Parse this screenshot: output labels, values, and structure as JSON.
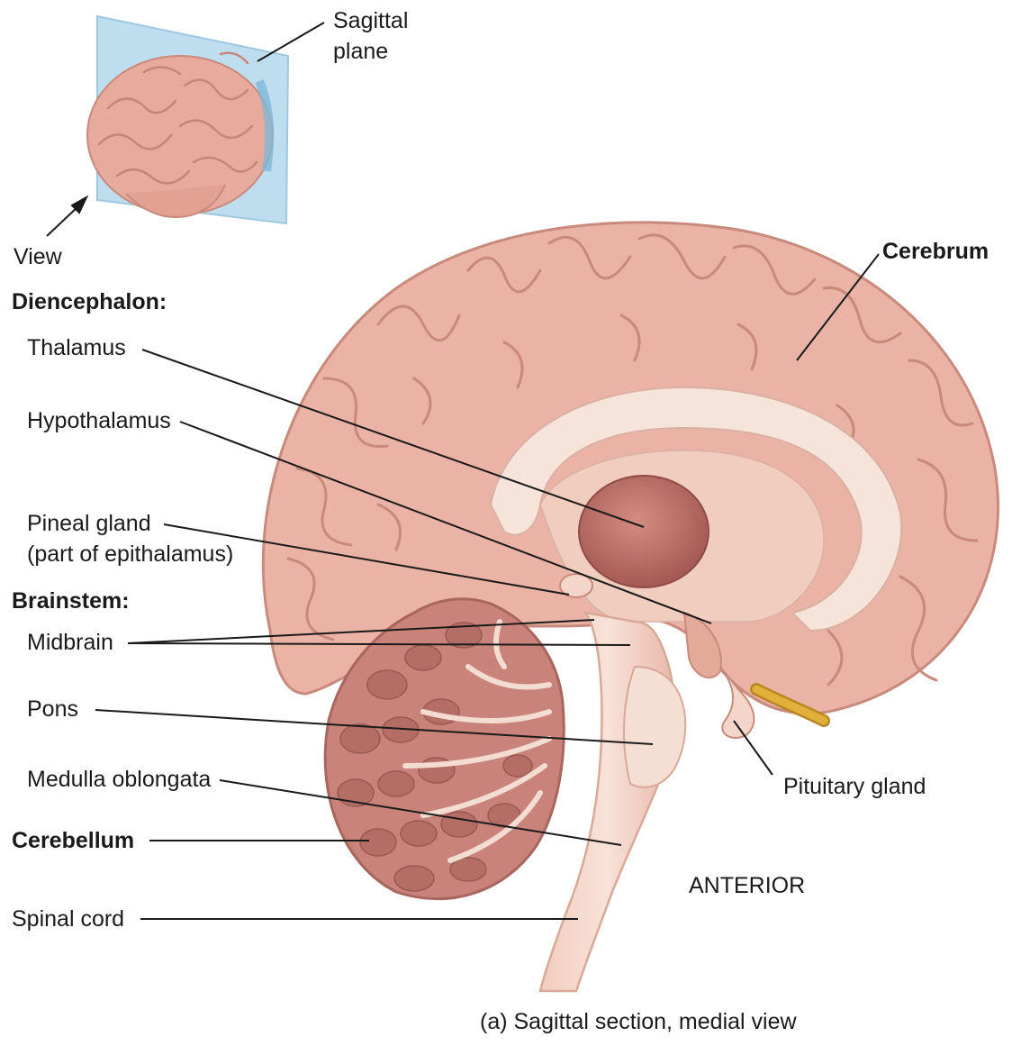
{
  "inset": {
    "plane_label_line1": "Sagittal",
    "plane_label_line2": "plane",
    "view_label": "View"
  },
  "labels": {
    "cerebrum": "Cerebrum",
    "diencephalon_heading": "Diencephalon:",
    "thalamus": "Thalamus",
    "hypothalamus": "Hypothalamus",
    "pineal_line1": "Pineal gland",
    "pineal_line2": "(part of epithalamus)",
    "brainstem_heading": "Brainstem:",
    "midbrain": "Midbrain",
    "pons": "Pons",
    "medulla": "Medulla oblongata",
    "cerebellum": "Cerebellum",
    "spinal_cord": "Spinal cord",
    "pituitary": "Pituitary gland",
    "anterior": "ANTERIOR"
  },
  "caption": "(a) Sagittal section, medial view",
  "colors": {
    "cortex": "#eab3a6",
    "cortex_dark": "#c98a7c",
    "white_matter": "#f6e4da",
    "thalamus": "#b86a63",
    "cerebellum": "#c9837a",
    "plane": "#a9d3ea",
    "nerve": "#d7a32d"
  }
}
